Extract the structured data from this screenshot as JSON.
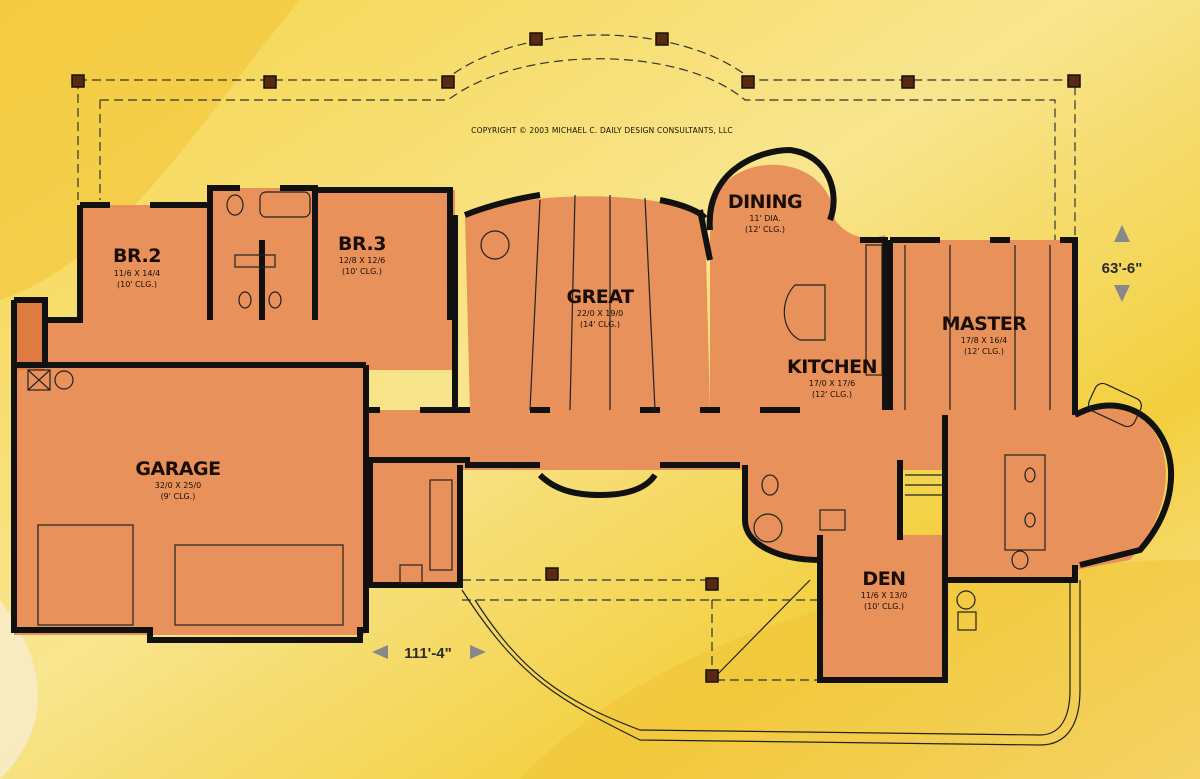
{
  "copyright": "COPYRIGHT © 2003 MICHAEL C. DAILY DESIGN CONSULTANTS, LLC",
  "dimensions": {
    "width": "111'-4\"",
    "depth": "63'-6\""
  },
  "rooms": {
    "br2": {
      "name": "BR.2",
      "size": "11/6 X 14/4",
      "ceiling": "(10' CLG.)"
    },
    "br3": {
      "name": "BR.3",
      "size": "12/8 X 12/6",
      "ceiling": "(10' CLG.)"
    },
    "great": {
      "name": "GREAT",
      "size": "22/0 X 19/0",
      "ceiling": "(14' CLG.)"
    },
    "dining": {
      "name": "DINING",
      "size": "11' DIA.",
      "ceiling": "(12' CLG.)"
    },
    "kitchen": {
      "name": "KITCHEN",
      "size": "17/0 X 17/6",
      "ceiling": "(12' CLG.)"
    },
    "master": {
      "name": "MASTER",
      "size": "17/8 X 16/4",
      "ceiling": "(12' CLG.)"
    },
    "garage": {
      "name": "GARAGE",
      "size": "32/0 X 25/0",
      "ceiling": "(9' CLG.)"
    },
    "den": {
      "name": "DEN",
      "size": "11/6 X 13/0",
      "ceiling": "(10' CLG.)"
    }
  },
  "colors": {
    "background_yellow": "#f5d34a",
    "background_light": "#f7e07e",
    "room_fill": "#e8915a",
    "wall": "#111111"
  }
}
